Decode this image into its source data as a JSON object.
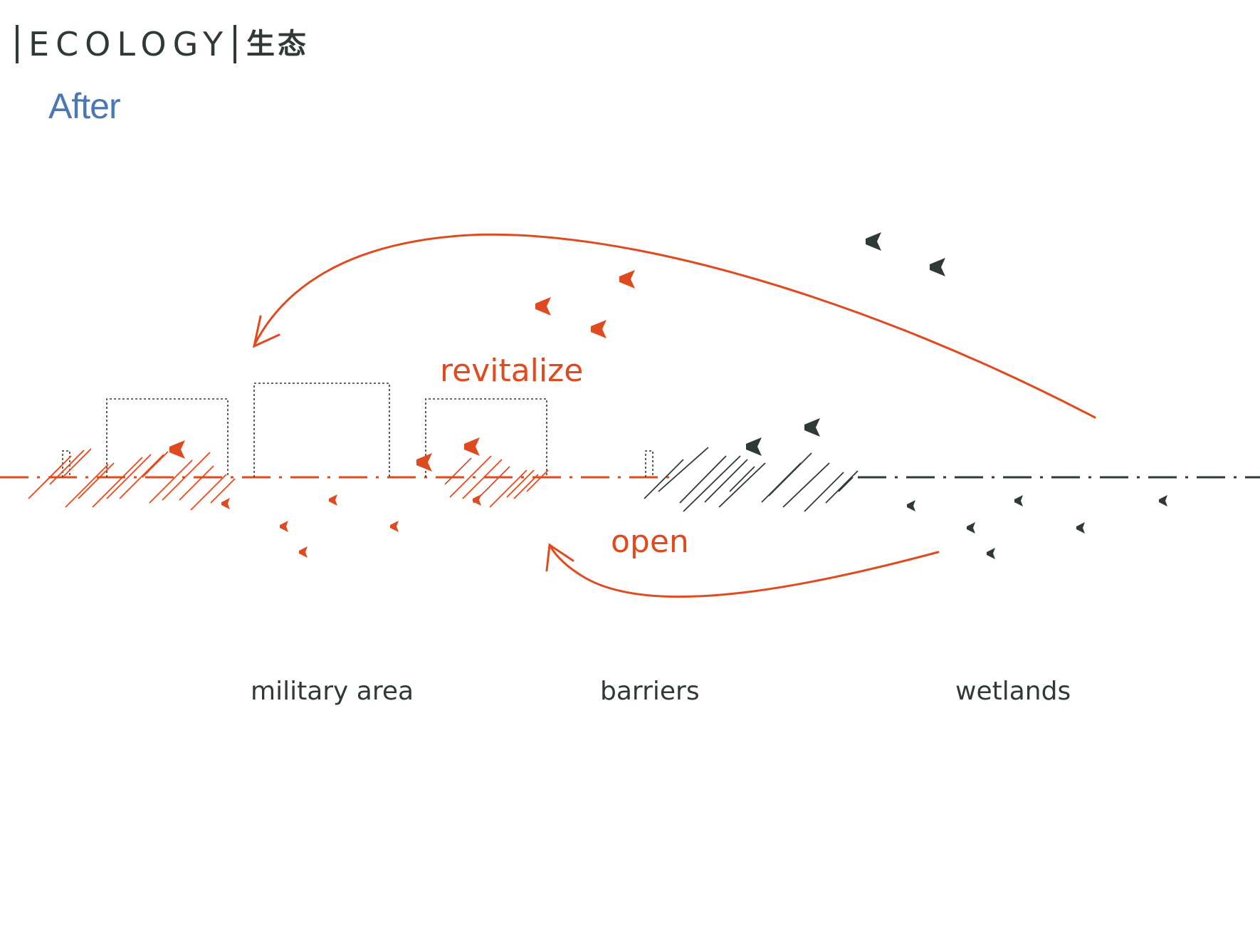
{
  "header": {
    "title_en": "ECOLOGY",
    "title_cn": "生态",
    "subtitle": "After"
  },
  "annotations": {
    "revitalize": "revitalize",
    "open": "open"
  },
  "zones": {
    "military": "military area",
    "barriers": "barriers",
    "wetlands": "wetlands"
  },
  "colors": {
    "accent": "#e04a1f",
    "dark": "#2f3a38",
    "subtitle": "#4a78b5"
  }
}
